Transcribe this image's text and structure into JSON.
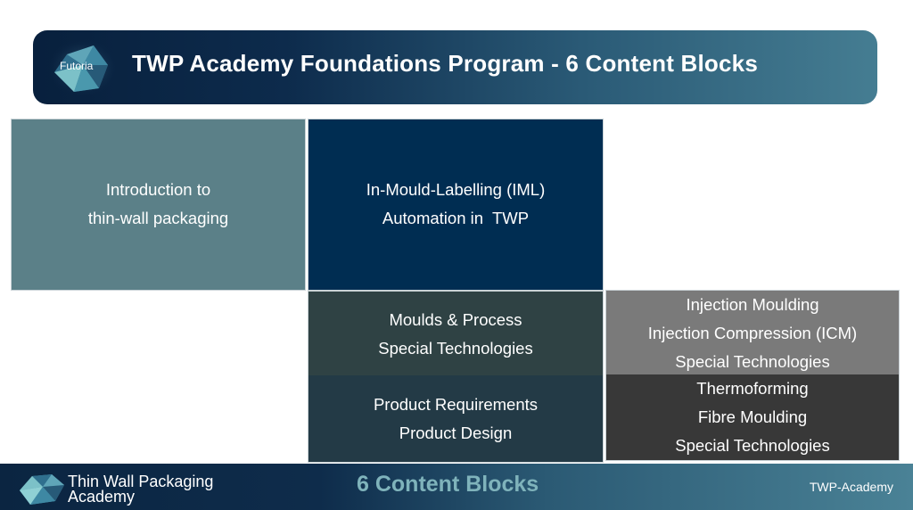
{
  "header": {
    "logo_text": "Futoria",
    "title": "TWP Academy Foundations Program - 6 Content Blocks"
  },
  "blocks": [
    {
      "lines": [
        "Introduction to",
        "thin-wall packaging"
      ],
      "color": "#5b8088"
    },
    {
      "lines": [
        "In-Mould-Labelling (IML)",
        "Automation in  TWP"
      ],
      "color": "#002d52"
    },
    {
      "lines": [
        "Moulds & Process",
        "Special Technologies"
      ],
      "color": "#2f4244"
    },
    {
      "lines": [
        "Product Requirements",
        "Product Design"
      ],
      "color": "#233a46"
    },
    {
      "lines": [
        "Injection Moulding",
        "Injection Compression (ICM)",
        "Special Technologies"
      ],
      "color": "#7a7a7a"
    },
    {
      "lines": [
        "Thermoforming",
        "Fibre Moulding",
        "Special Technologies"
      ],
      "color": "#383838"
    }
  ],
  "footer": {
    "brand_line1": "Thin Wall Packaging",
    "brand_line2": "Academy",
    "center_title": "6 Content Blocks",
    "right_label": "TWP-Academy",
    "center_title_color": "#7fb3bb"
  },
  "icons": {
    "header_logo": "futoria-crystal-logo-icon",
    "footer_logo": "twp-academy-crystal-logo-icon"
  }
}
